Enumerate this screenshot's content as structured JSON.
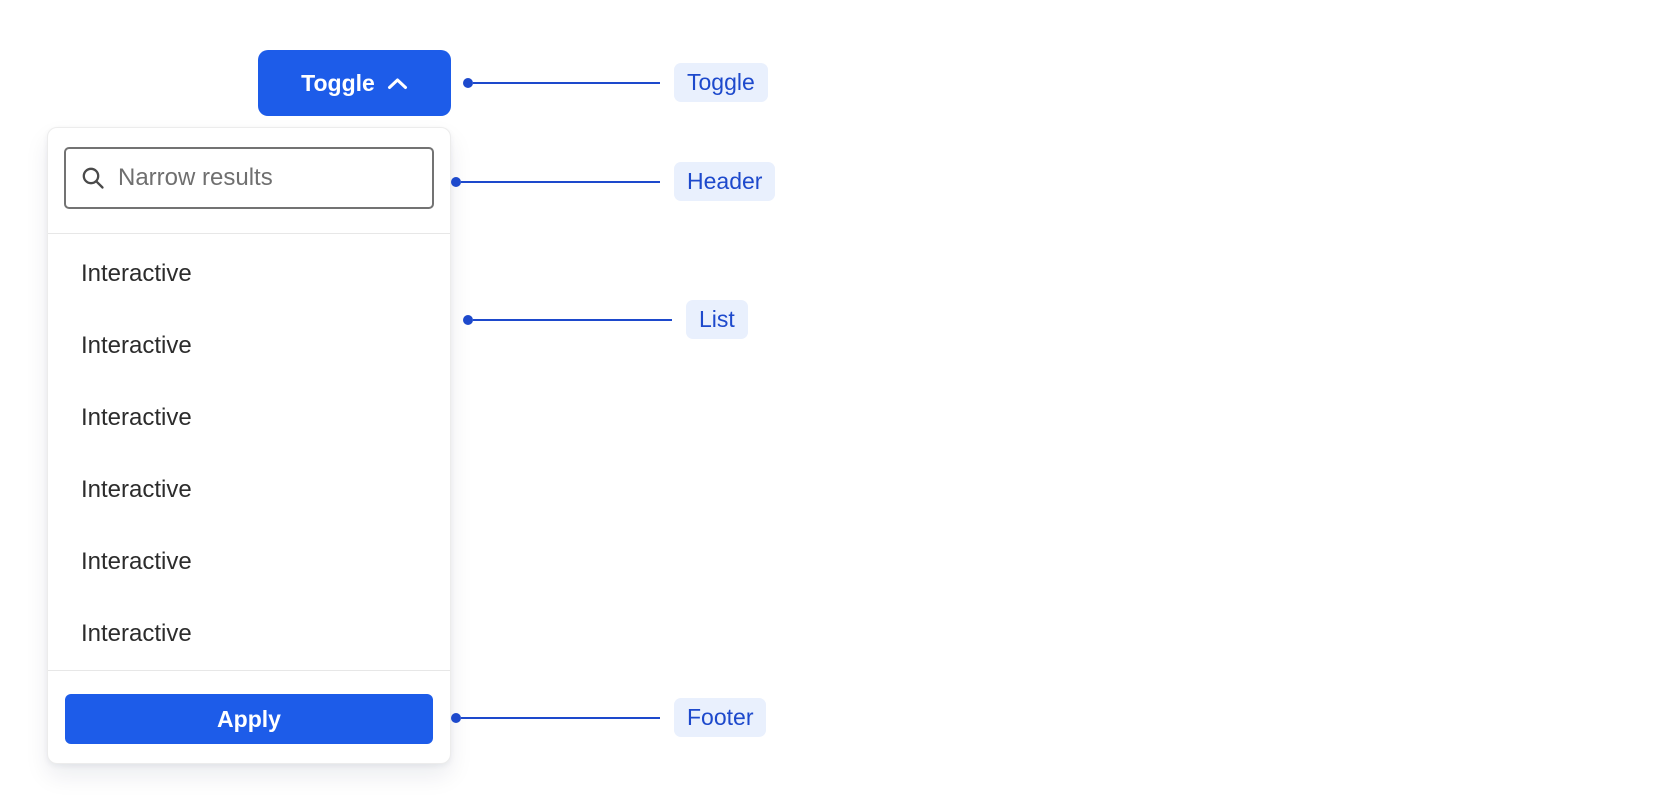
{
  "toggle": {
    "label": "Toggle"
  },
  "dropdown": {
    "search": {
      "placeholder": "Narrow results"
    },
    "items": [
      "Interactive",
      "Interactive",
      "Interactive",
      "Interactive",
      "Interactive",
      "Interactive"
    ],
    "footer": {
      "apply_label": "Apply"
    }
  },
  "annotations": {
    "toggle": "Toggle",
    "header": "Header",
    "list": "List",
    "footer": "Footer"
  },
  "colors": {
    "primary_blue": "#1D5CE9",
    "annotation_blue": "#1D49CC",
    "annotation_chip_bg": "#E9F0FD",
    "input_border": "#737373",
    "divider": "#E7E7E7",
    "list_text": "#2C2C2C",
    "placeholder_text": "#6F6F6F"
  }
}
